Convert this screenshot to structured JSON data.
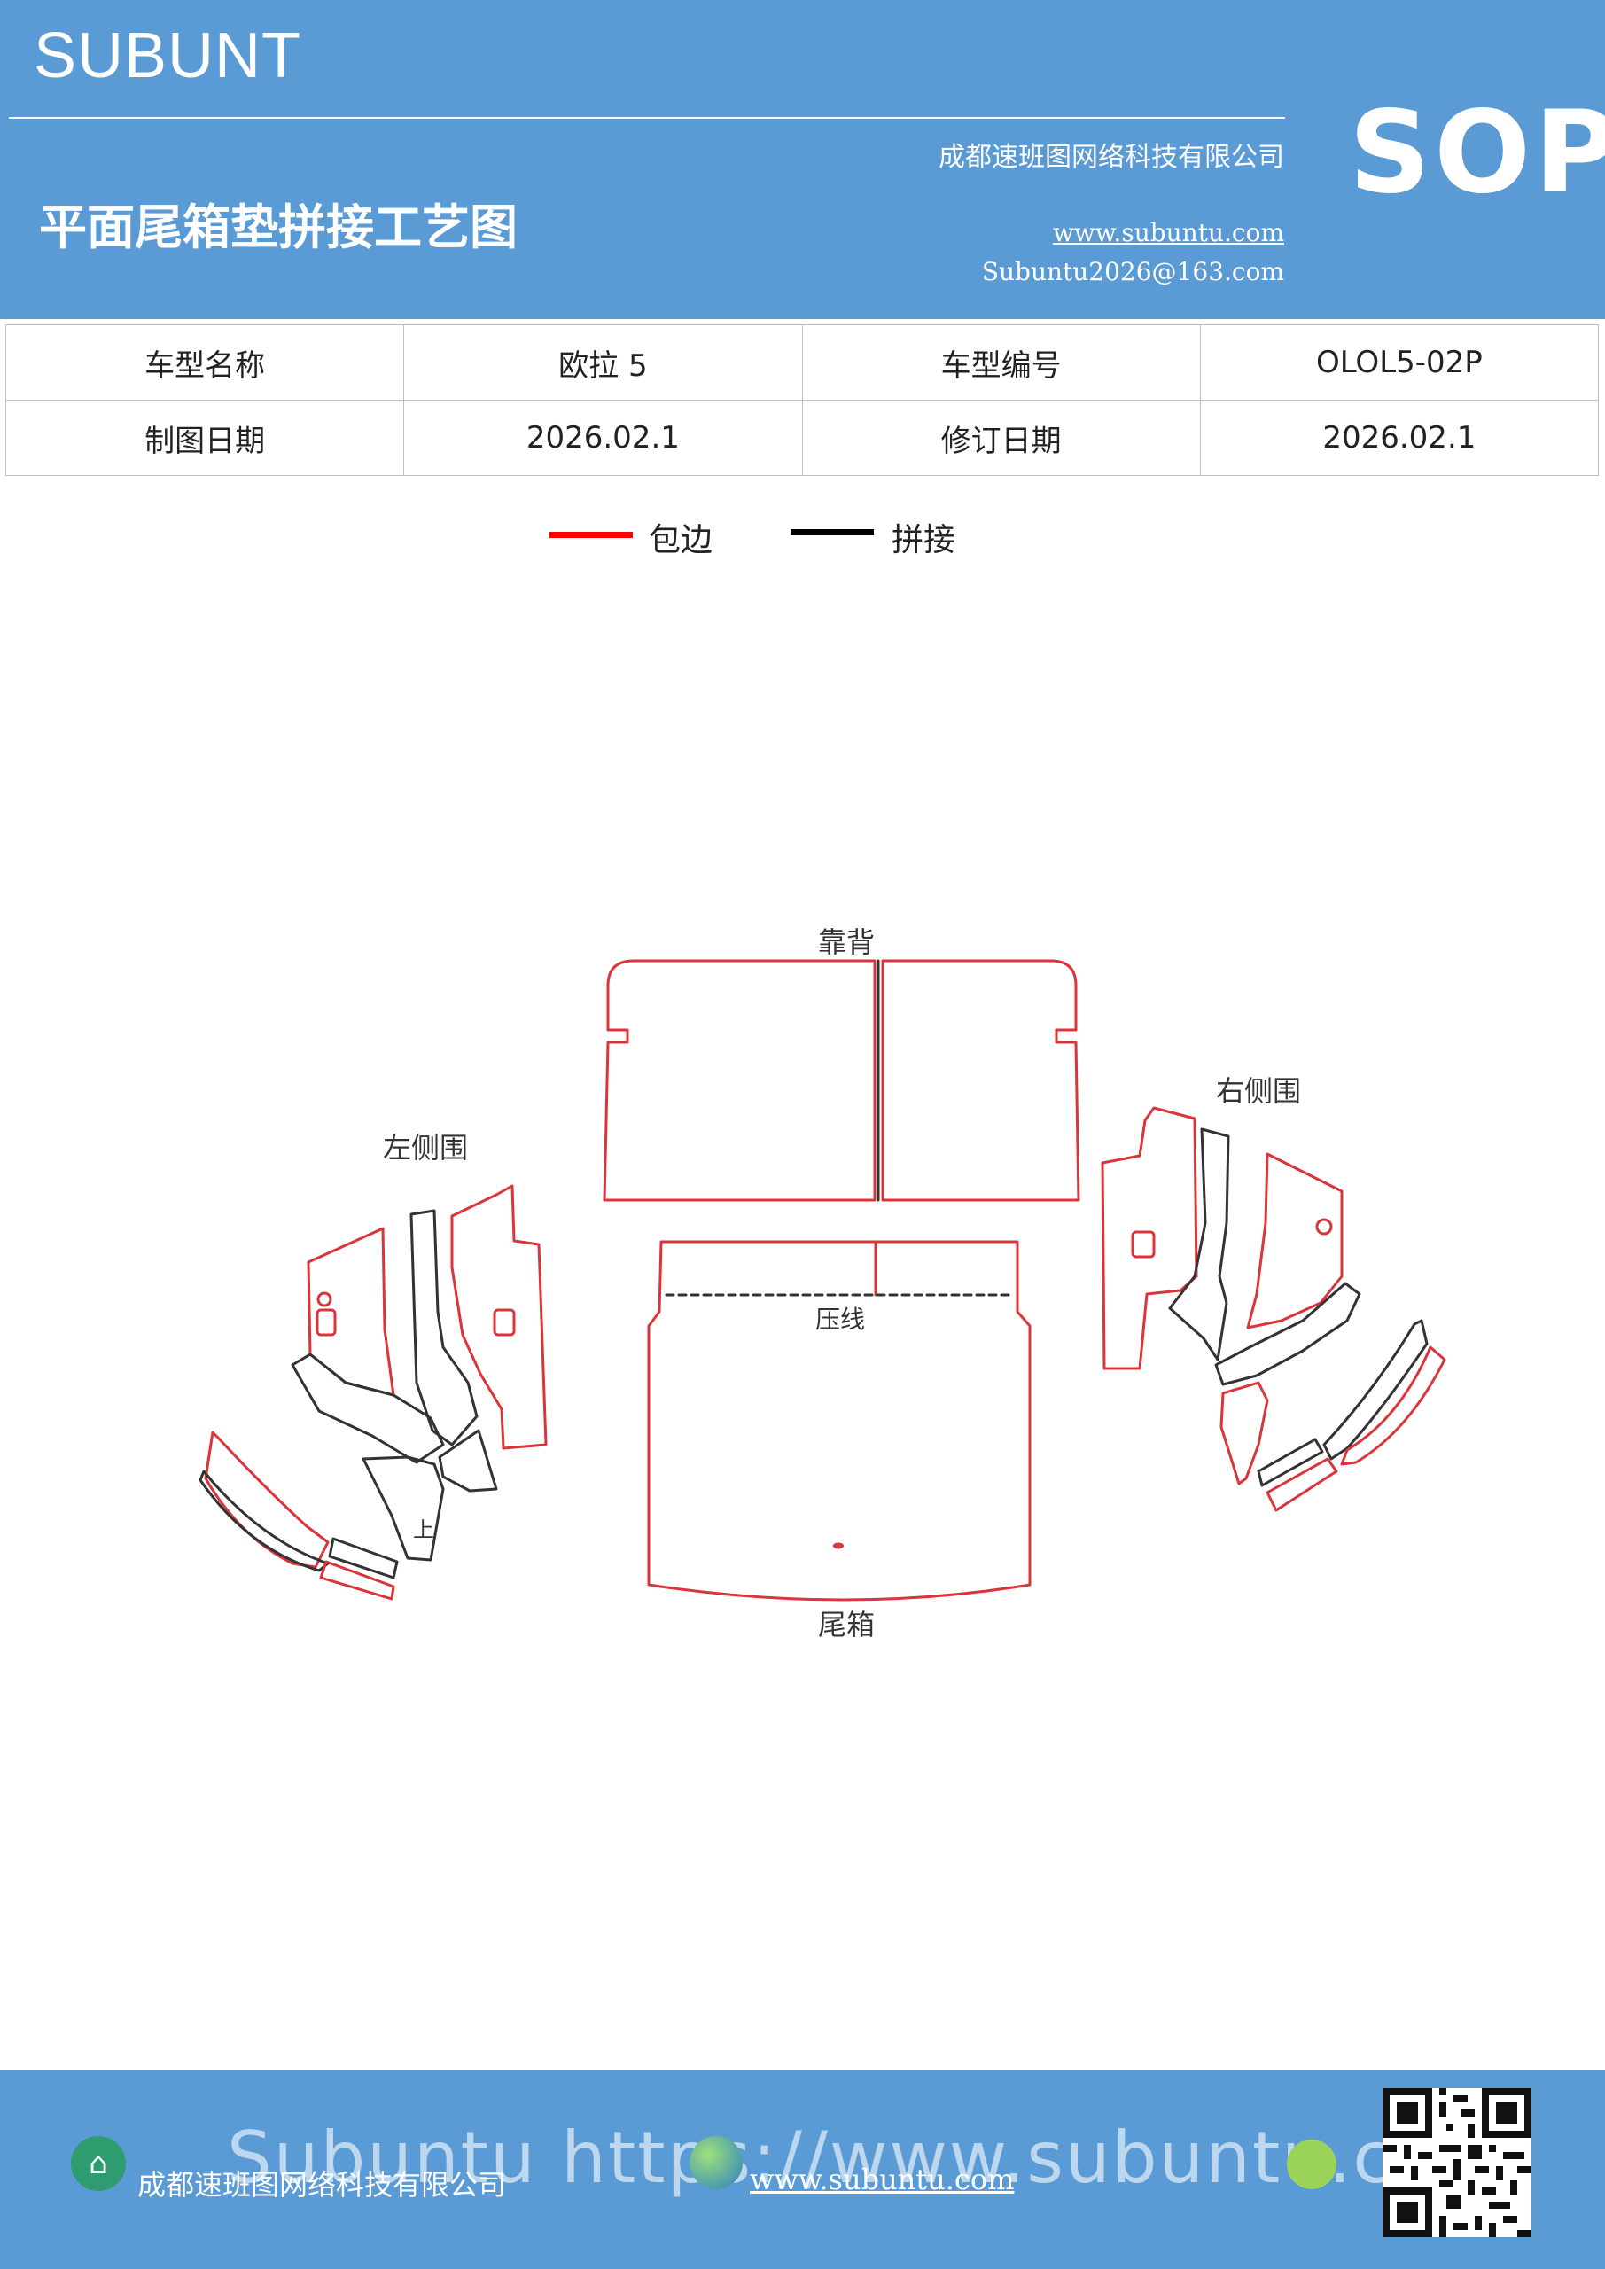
{
  "header": {
    "brand": "SUBUNT",
    "badge": "SOP",
    "company": "成都速班图网络科技有限公司",
    "doc_title": "平面尾箱垫拼接工艺图",
    "website": "www.subuntu.com",
    "email": "Subuntu2026@163.com"
  },
  "info_table": {
    "rows": [
      [
        "车型名称",
        "欧拉 5",
        "车型编号",
        "OLOL5-02P"
      ],
      [
        "制图日期",
        "2026.02.1",
        "修订日期",
        "2026.02.1"
      ]
    ]
  },
  "legend": {
    "edge_label": "包边",
    "edge_color": "#ff0000",
    "seam_label": "拼接",
    "seam_color": "#000000"
  },
  "diagram": {
    "labels": {
      "backrest": "靠背",
      "left_side": "左侧围",
      "right_side": "右侧围",
      "crease": "压线",
      "trunk": "尾箱",
      "up_mark": "上"
    }
  },
  "footer": {
    "company": "成都速班图网络科技有限公司",
    "website": "www.subuntu.com",
    "watermark": "Subuntu https://www.subuntu.com"
  }
}
